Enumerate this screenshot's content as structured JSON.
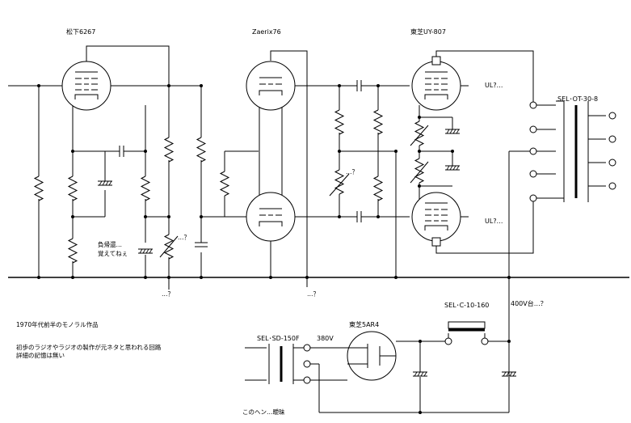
{
  "tubes": {
    "v1": "松下6267",
    "v2": "Zaerix76",
    "v3": "東芝UY-807",
    "rect": "東芝5AR4"
  },
  "transformers": {
    "output": "SEL･OT-30-8",
    "power": "SEL･SD-150F",
    "choke": "SEL･C-10-160"
  },
  "annotations": {
    "ul_top": "UL?…",
    "ul_bottom": "UL?…",
    "load_note_1": "負帰還…",
    "load_note_2": "覚えてねぇ",
    "q_bias": "…？",
    "q_bottom_left": "…？",
    "q_bottom_mid": "…？",
    "q_pot": "…？",
    "b_plus": "400V台…？",
    "secondary_voltage": "380V"
  },
  "notes": {
    "line1": "1970年代前半のモノラル作品",
    "line2": "初歩のラジオやラジオの製作が元ネタと思われる回路",
    "line3": "詳細の記憶は無い",
    "bottom": "このヘン…曖昧"
  }
}
